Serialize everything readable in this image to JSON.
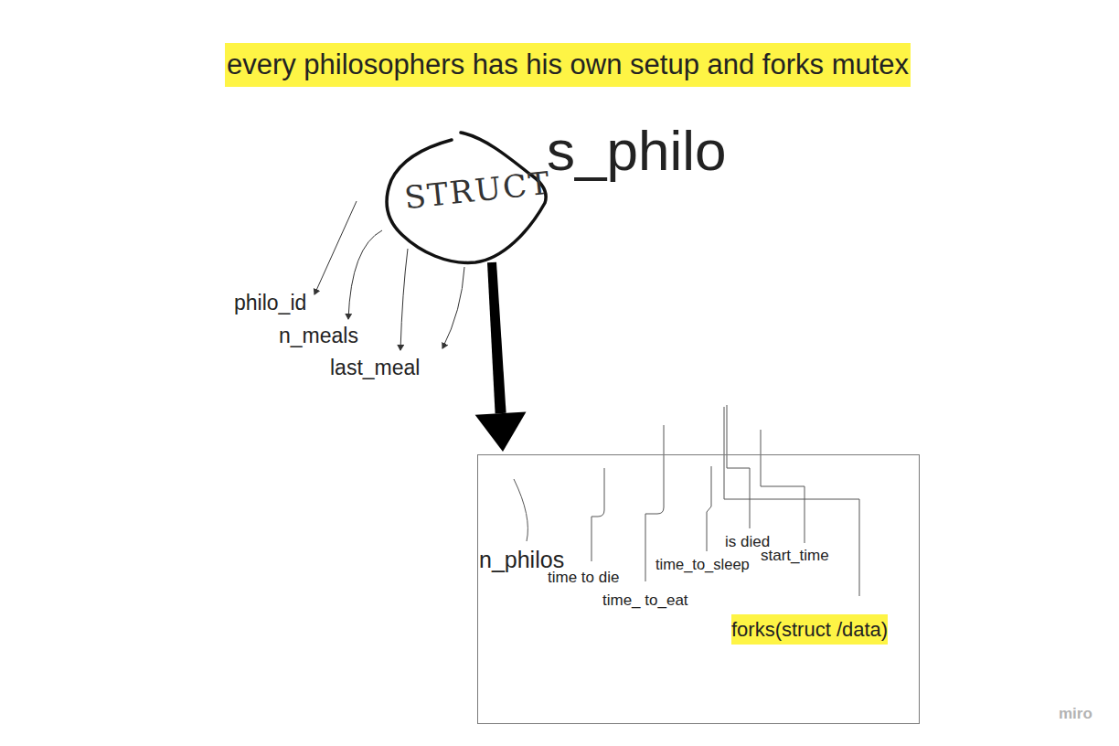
{
  "diagram": {
    "title": "every philosophers has his own setup and forks mutex",
    "nodes": [
      {
        "text": [
          "STRUCT",
          "s_philo"
        ]
      },
      {
        "text": [
          "n_philos",
          "time to die",
          "time_ to_eat",
          "time_to_sleep",
          "is died",
          "start_time",
          "forks(struct /data)"
        ]
      }
    ],
    "edges": [
      {
        "from": 0,
        "to": 1,
        "arrow": "to"
      }
    ],
    "labels": [
      "philo_id",
      "n_meals",
      "last_meal",
      "miro"
    ]
  }
}
